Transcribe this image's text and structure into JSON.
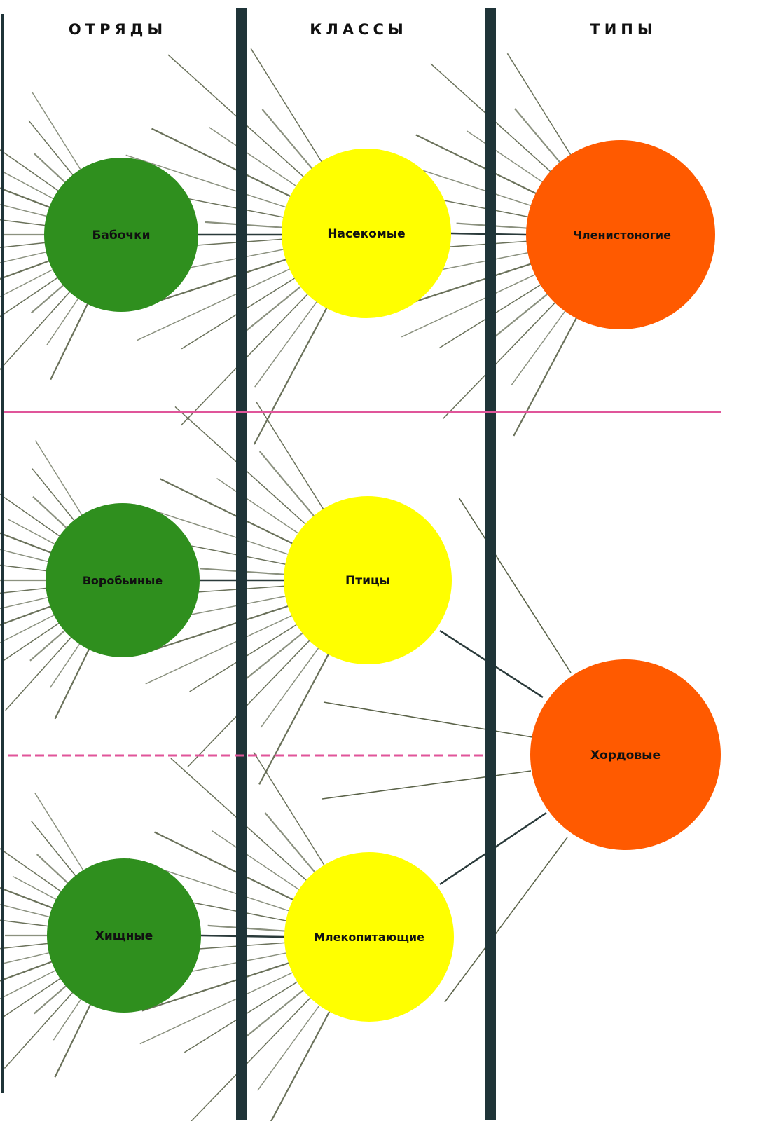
{
  "headers": {
    "orders": "ОТРЯДЫ",
    "classes": "КЛАССЫ",
    "types": "ТИПЫ"
  },
  "nodes": {
    "butterflies": "Бабочки",
    "insects": "Насекомые",
    "arthropods": "Членистоногие",
    "sparrows": "Воробьиные",
    "birds": "Птицы",
    "chordates": "Хордовые",
    "predators": "Хищные",
    "mammals": "Млекопитающие"
  },
  "colors": {
    "order": "#2f8f1e",
    "class": "#ffff00",
    "type": "#ff5a00",
    "column_line": "#1f3438",
    "separator": "#e0559a",
    "ray": "#5a6248"
  }
}
